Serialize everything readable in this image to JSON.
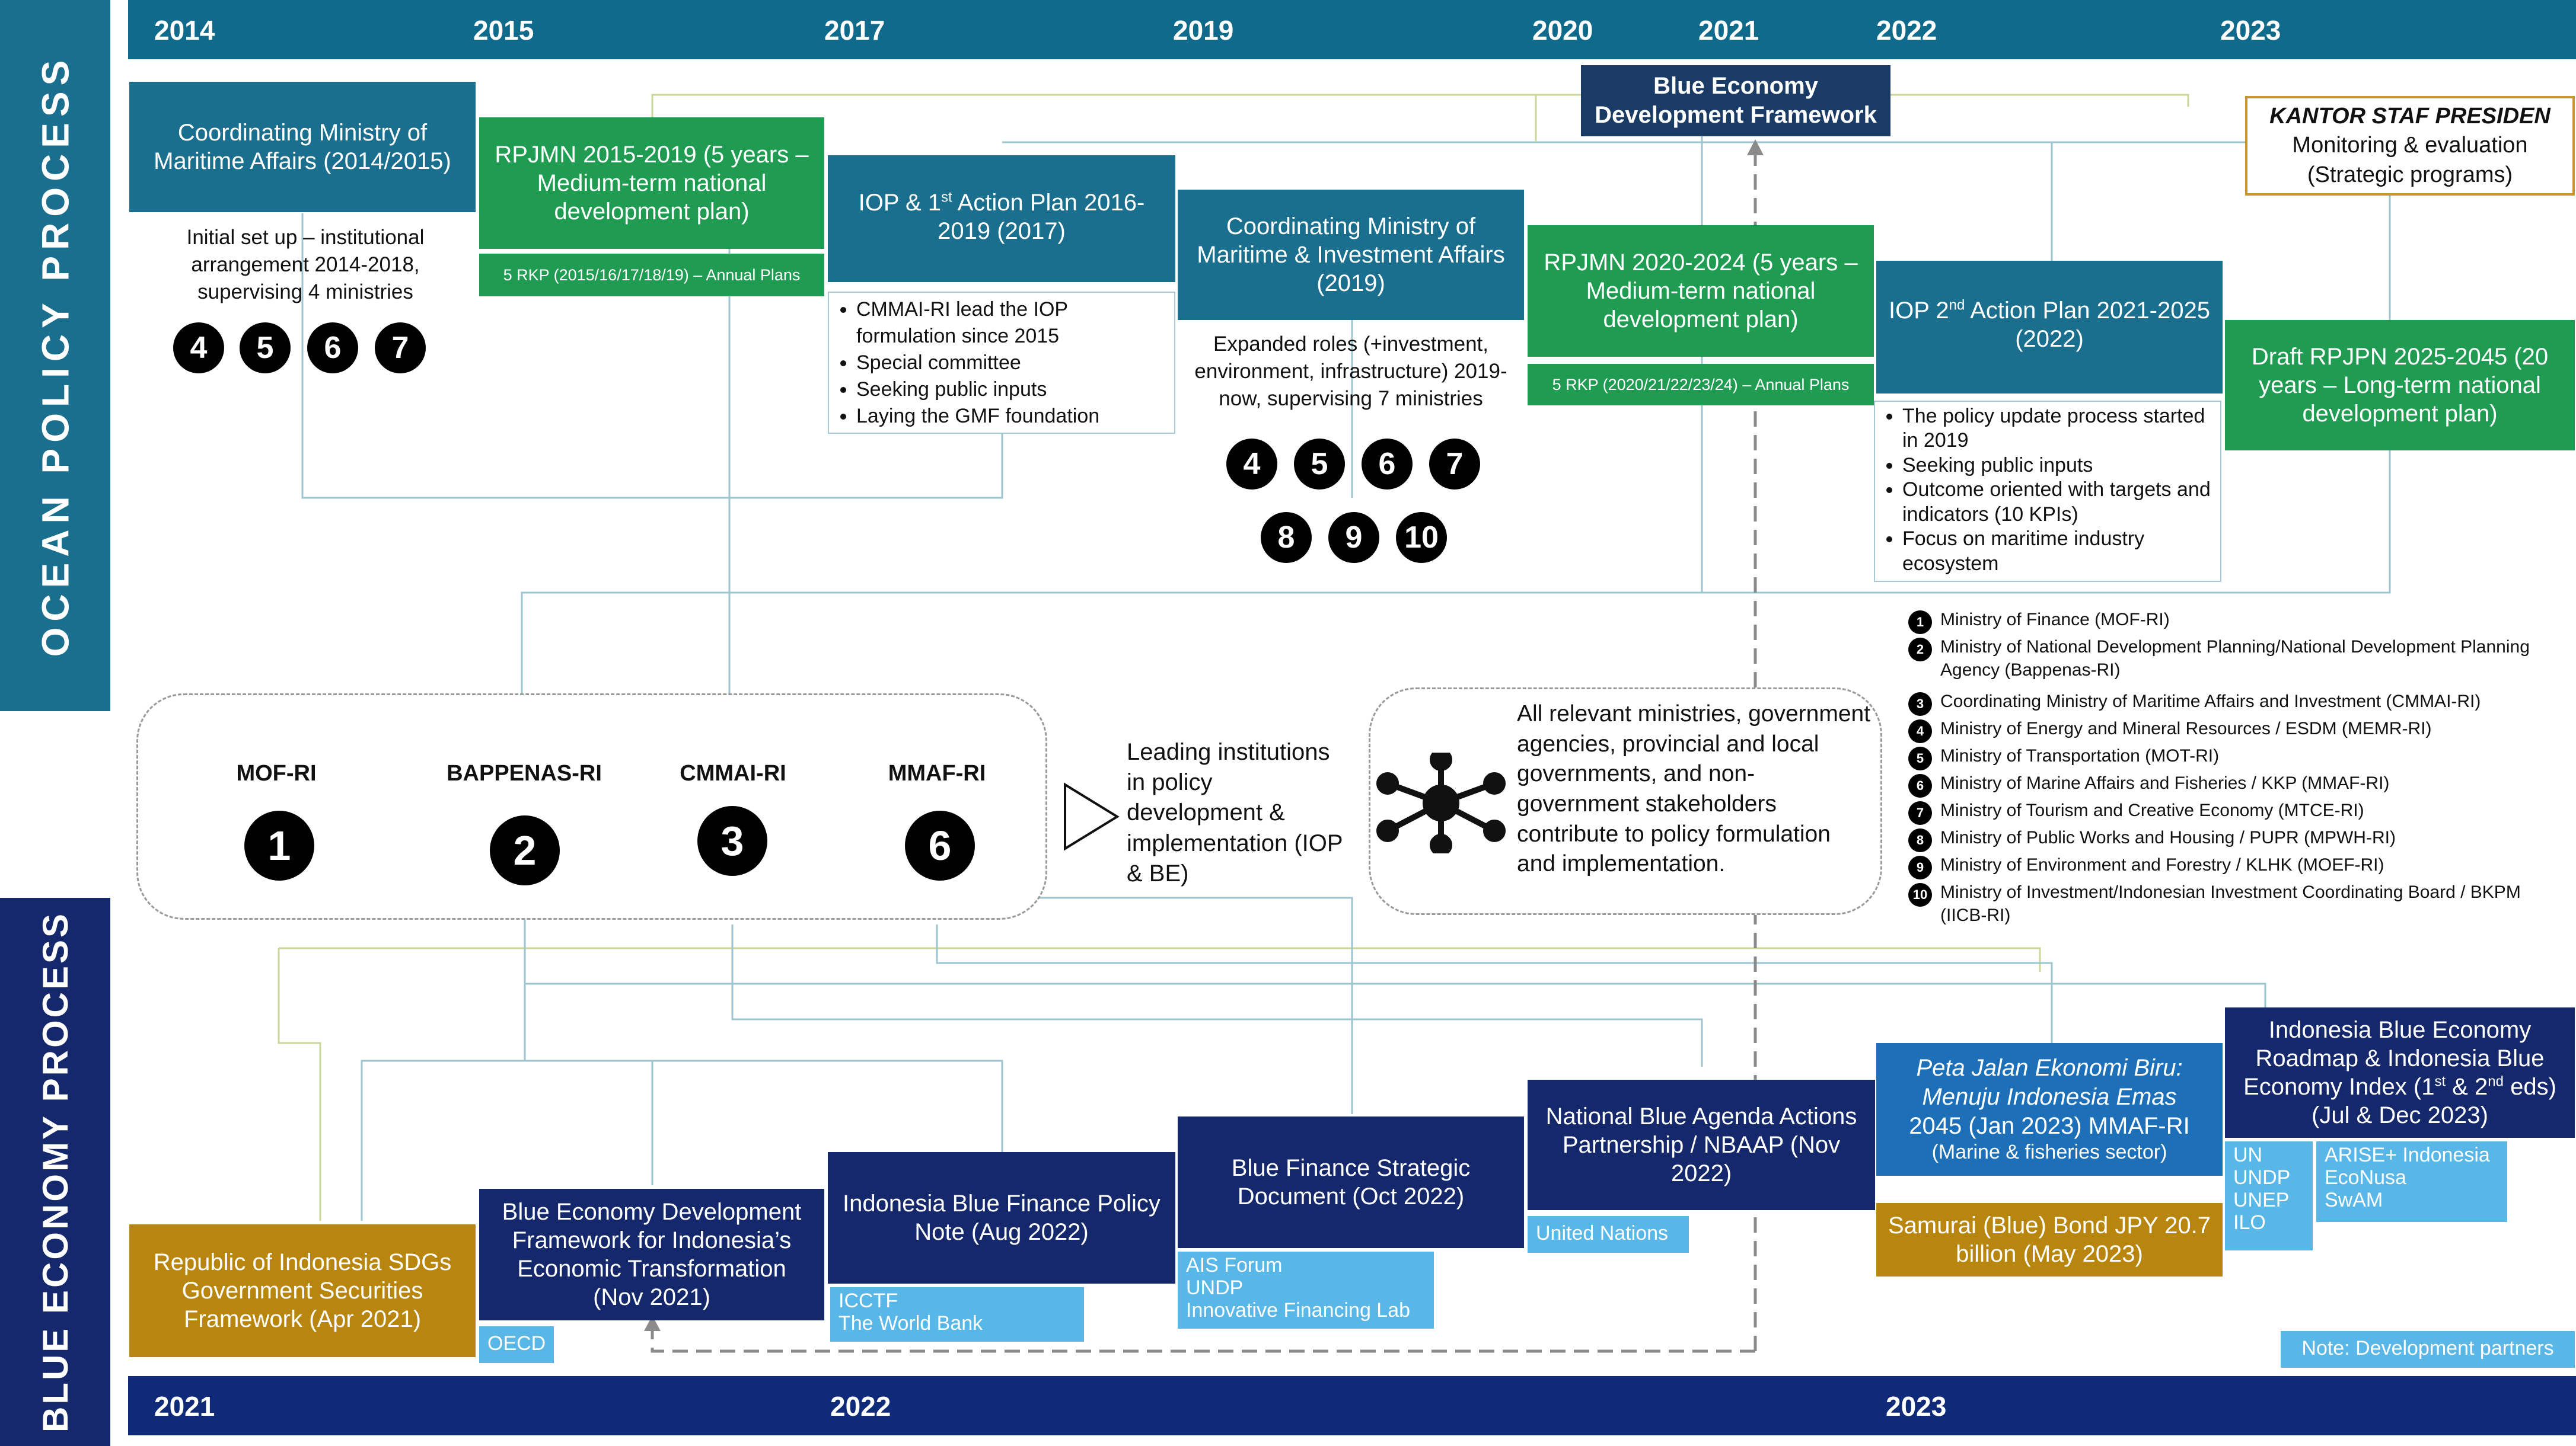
{
  "top_years": [
    "2014",
    "2015",
    "2017",
    "2019",
    "2020",
    "2021",
    "2022",
    "2023"
  ],
  "bottom_years": [
    "2021",
    "2022",
    "2023"
  ],
  "labels": {
    "ocean": "OCEAN POLICY PROCESS",
    "blue": "BLUE ECONOMY PROCESS"
  },
  "ocean": {
    "cmma": "Coordinating Ministry of Maritime Affairs (2014/2015)",
    "cmma_desc": "Initial set up – institutional arrangement 2014-2018, supervising 4 ministries",
    "cmma_nums": [
      "4",
      "5",
      "6",
      "7"
    ],
    "rpjmn15": "RPJMN 2015-2019 (5 years – Medium-term national development plan)",
    "rkp15": "5 RKP (2015/16/17/18/19) – Annual Plans",
    "iop1_a": "IOP & 1",
    "iop1_sup": "st",
    "iop1_b": " Action Plan 2016-2019 (2017)",
    "iop1_bullets": [
      "CMMAI-RI lead the IOP formulation since 2015",
      "Special committee",
      "Seeking public inputs",
      "Laying the GMF foundation"
    ],
    "cmmai": "Coordinating Ministry of Maritime & Investment Affairs (2019)",
    "cmmai_desc": "Expanded roles (+investment, environment, infrastructure) 2019-now, supervising 7 ministries",
    "cmmai_nums1": [
      "4",
      "5",
      "6",
      "7"
    ],
    "cmmai_nums2": [
      "8",
      "9",
      "10"
    ],
    "bedf_l1": "Blue Economy",
    "bedf_l2": "Development Framework",
    "rpjmn20": "RPJMN 2020-2024 (5 years – Medium-term national development plan)",
    "rkp20": "5 RKP (2020/21/22/23/24) – Annual Plans",
    "iop2_a": "IOP 2",
    "iop2_sup": "nd",
    "iop2_b": " Action Plan 2021-2025 (2022)",
    "iop2_bullets": [
      "The policy update process started in 2019",
      "Seeking public inputs",
      "Outcome oriented with targets and indicators (10 KPIs)",
      "Focus on maritime industry ecosystem"
    ],
    "ksp_title": "KANTOR STAF PRESIDEN",
    "ksp_l1": "Monitoring & evaluation",
    "ksp_l2": "(Strategic programs)",
    "rpjpn": "Draft RPJPN 2025-2045 (20 years – Long-term national development plan)"
  },
  "institutions": [
    {
      "name": "MOF-RI",
      "num": "1"
    },
    {
      "name": "BAPPENAS-RI",
      "num": "2"
    },
    {
      "name": "CMMAI-RI",
      "num": "3"
    },
    {
      "name": "MMAF-RI",
      "num": "6"
    }
  ],
  "leading": "Leading institutions in policy development & implementation (IOP & BE)",
  "stakeholders": "All relevant ministries, government agencies, provincial and local governments, and non-government stakeholders contribute to policy formulation and implementation.",
  "legend": [
    {
      "num": "1",
      "text": "Ministry of Finance (MOF-RI)"
    },
    {
      "num": "2",
      "text": "Ministry of National Development Planning/National Development Planning Agency (Bappenas-RI)"
    },
    {
      "num": "3",
      "text": "Coordinating Ministry of Maritime Affairs and  Investment (CMMAI-RI)"
    },
    {
      "num": "4",
      "text": "Ministry of Energy and Mineral Resources / ESDM (MEMR-RI)"
    },
    {
      "num": "5",
      "text": "Ministry of Transportation (MOT-RI)"
    },
    {
      "num": "6",
      "text": "Ministry of Marine Affairs and Fisheries / KKP (MMAF-RI)"
    },
    {
      "num": "7",
      "text": "Ministry of Tourism and Creative Economy (MTCE-RI)"
    },
    {
      "num": "8",
      "text": "Ministry of Public Works and Housing / PUPR (MPWH-RI)"
    },
    {
      "num": "9",
      "text": "Ministry of Environment and Forestry / KLHK (MOEF-RI)"
    },
    {
      "num": "10",
      "text": "Ministry of Investment/Indonesian Investment Coordinating Board / BKPM (IICB-RI)"
    }
  ],
  "blue": {
    "sdgs": "Republic of Indonesia SDGs Government Securities Framework (Apr 2021)",
    "bedf": "Blue Economy Development Framework for Indonesia’s Economic Transformation (Nov 2021)",
    "bedf_partner": "OECD",
    "bfpn": "Indonesia Blue Finance Policy Note (Aug 2022)",
    "bfpn_partners": [
      "ICCTF",
      "The World Bank"
    ],
    "bfsd": "Blue Finance Strategic Document (Oct 2022)",
    "bfsd_partners": [
      "AIS Forum",
      "UNDP",
      "Innovative Financing Lab"
    ],
    "nbaap": "National Blue Agenda Actions Partnership / NBAAP (Nov 2022)",
    "nbaap_partner": "United Nations",
    "peta_l1": "Peta Jalan Ekonomi Biru:",
    "peta_l2": "Menuju Indonesia Emas",
    "peta_l3": "2045 (Jan 2023) MMAF-RI",
    "peta_l4": "(Marine & fisheries sector)",
    "samurai": "Samurai (Blue) Bond JPY 20.7 billion (May 2023)",
    "roadmap_a": "Indonesia Blue Economy Roadmap & Indonesia Blue Economy Index (1",
    "roadmap_sup1": "st",
    "roadmap_b": " & 2",
    "roadmap_sup2": "nd",
    "roadmap_c": " eds) (Jul & Dec 2023)",
    "roadmap_partners1": [
      "UN",
      "UNDP",
      "UNEP",
      "ILO"
    ],
    "roadmap_partners2": [
      "ARISE+ Indonesia",
      "EcoNusa",
      "SwAM"
    ],
    "note": "Note: Development partners"
  },
  "colors": {
    "teal": "#1b6f8e",
    "green": "#1f9c52",
    "navy": "#14286b",
    "gold": "#b8860e",
    "lightblue": "#5bb8e6",
    "topbar": "#0f6a8c",
    "bottombar": "#0f2a78"
  }
}
